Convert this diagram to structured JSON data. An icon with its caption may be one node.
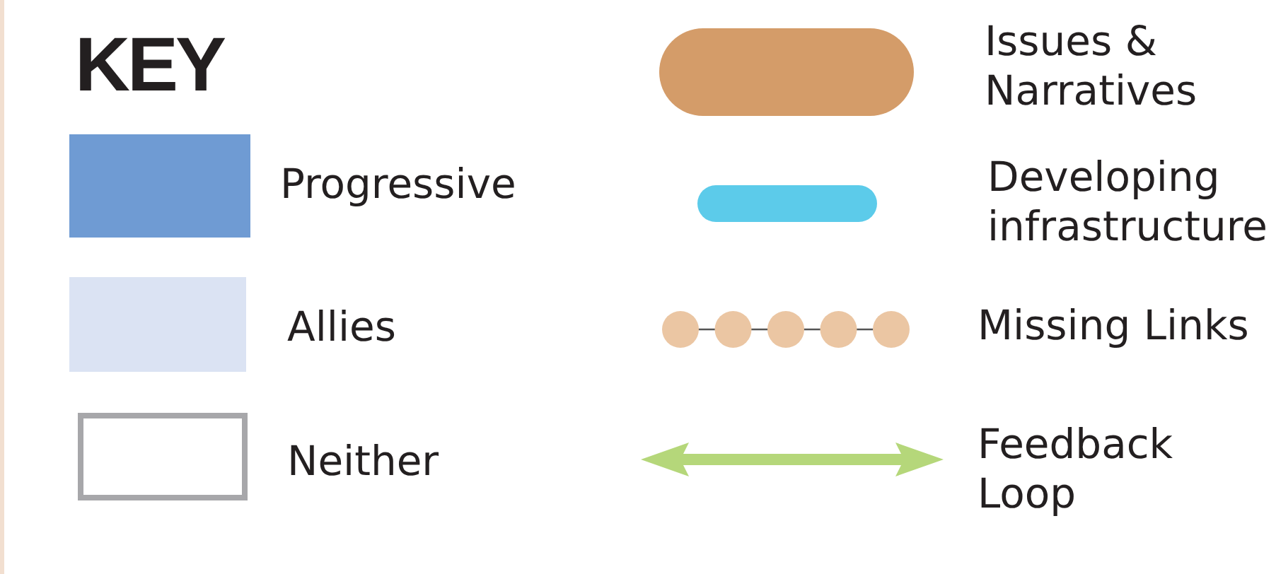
{
  "diagram": {
    "title": "KEY",
    "legend": [
      {
        "text": "Progressive",
        "color": "#6f9bd3"
      },
      {
        "text": "Allies",
        "color": "#dbe3f3"
      },
      {
        "text": "Neither"
      },
      {
        "text": "Issues & Narratives",
        "color": "#d49c69"
      },
      {
        "text": "Developing infrastructure",
        "color": "#5ccbea"
      },
      {
        "text": "Missing Links"
      },
      {
        "text": "Feedback Loop"
      }
    ]
  }
}
